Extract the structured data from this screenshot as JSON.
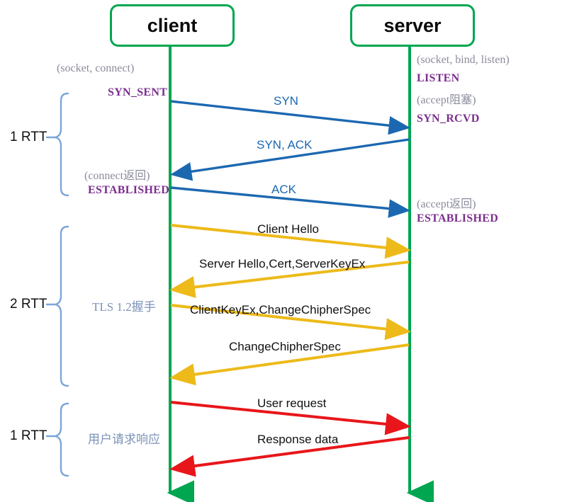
{
  "diagram": {
    "title": "TCP + TLS 1.2 handshake sequence diagram",
    "colors": {
      "lifeline": "#00A650",
      "tcp_arrow": "#1C68B0",
      "tls_arrow": "#EDBA1A",
      "data_arrow": "#E8161A",
      "brace": "#7CA6D8",
      "state_purple": "#7B2D8E",
      "state_gray": "#8C8C9C",
      "note_blue": "#7C93B8"
    }
  },
  "participants": {
    "client": "client",
    "server": "server"
  },
  "client_states": [
    {
      "text": "(socket, connect)",
      "kind": "gray"
    },
    {
      "text": "SYN_SENT",
      "kind": "purple"
    },
    {
      "text": "(connect返回)",
      "kind": "gray"
    },
    {
      "text": "ESTABLISHED",
      "kind": "purple"
    }
  ],
  "server_states": [
    {
      "text": "(socket, bind, listen)",
      "kind": "gray"
    },
    {
      "text": "LISTEN",
      "kind": "purple"
    },
    {
      "text": "(accept阻塞)",
      "kind": "gray"
    },
    {
      "text": "SYN_RCVD",
      "kind": "purple"
    },
    {
      "text": "(accept返回)",
      "kind": "gray"
    },
    {
      "text": "ESTABLISHED",
      "kind": "purple"
    }
  ],
  "messages": [
    {
      "label": "SYN",
      "color": "tcp",
      "dir": "c2s"
    },
    {
      "label": "SYN, ACK",
      "color": "tcp",
      "dir": "s2c"
    },
    {
      "label": "ACK",
      "color": "tcp",
      "dir": "c2s"
    },
    {
      "label": "Client Hello",
      "color": "tls",
      "dir": "c2s"
    },
    {
      "label": "Server Hello,Cert,ServerKeyEx",
      "color": "tls",
      "dir": "s2c"
    },
    {
      "label": "ClientKeyEx,ChangeChipherSpec",
      "color": "tls",
      "dir": "c2s"
    },
    {
      "label": "ChangeChipherSpec",
      "color": "tls",
      "dir": "s2c"
    },
    {
      "label": "User request",
      "color": "data",
      "dir": "c2s"
    },
    {
      "label": "Response data",
      "color": "data",
      "dir": "s2c"
    }
  ],
  "phases": [
    {
      "rtt": "1 RTT",
      "note": ""
    },
    {
      "rtt": "2 RTT",
      "note": "TLS 1.2握手"
    },
    {
      "rtt": "1 RTT",
      "note": "用户请求响应"
    }
  ]
}
